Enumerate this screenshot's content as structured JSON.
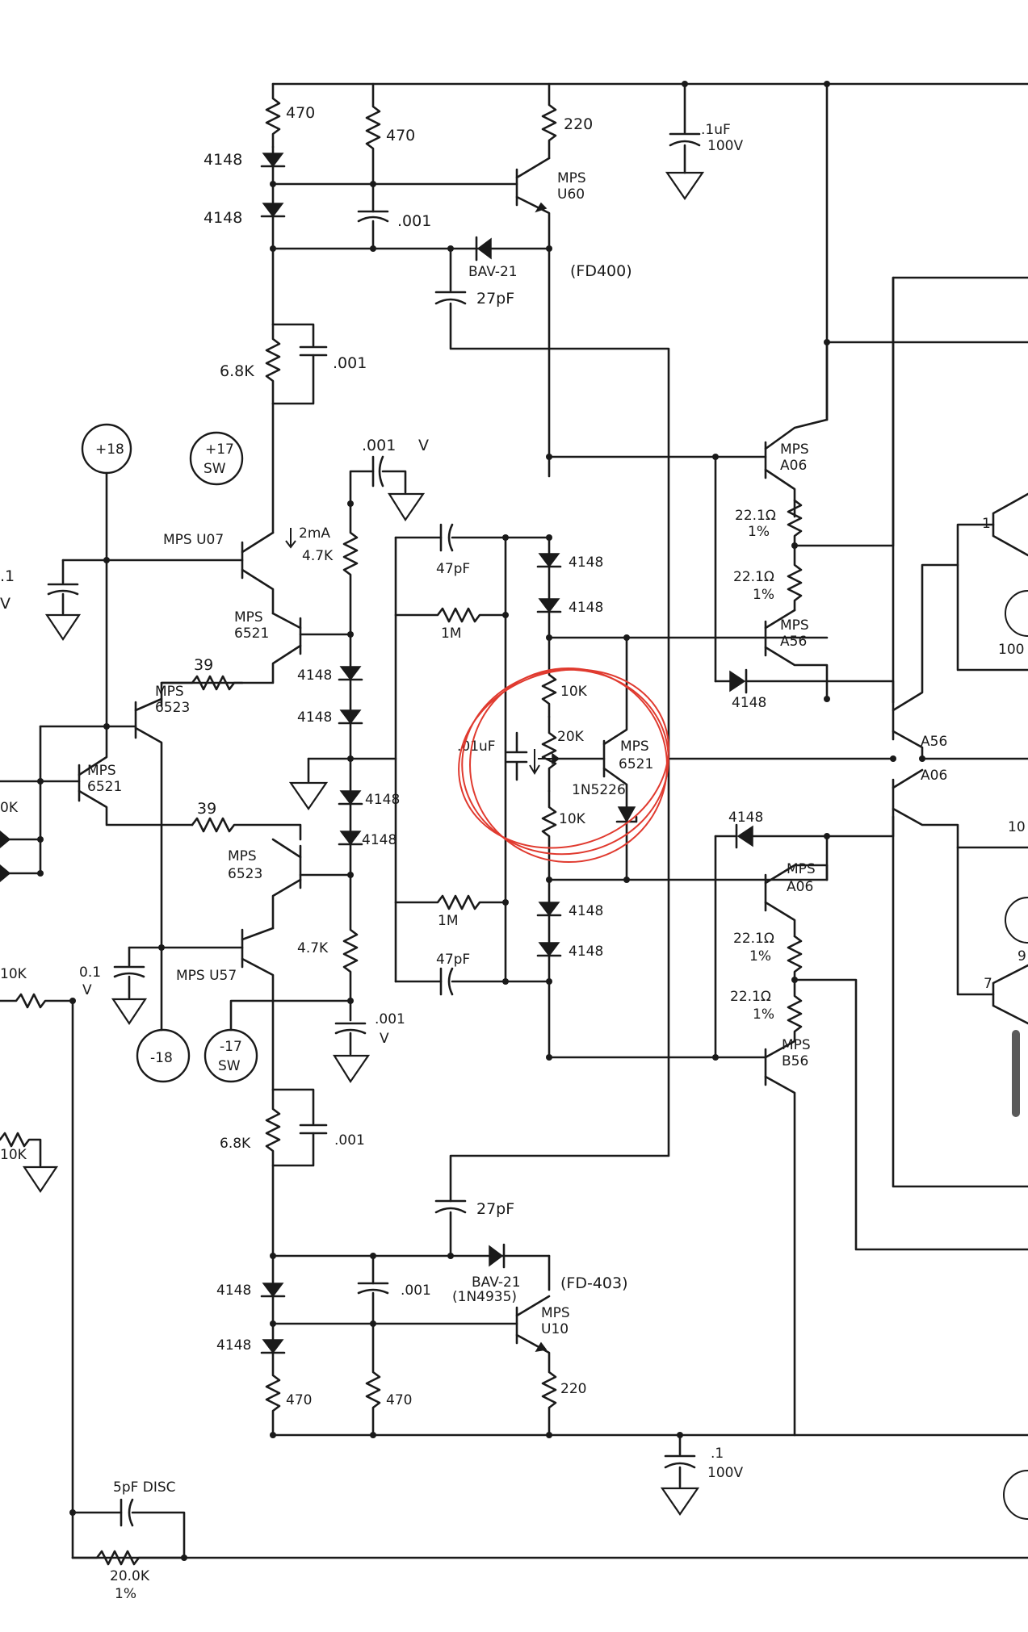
{
  "labels": {
    "r_470_a": "470",
    "r_470_b": "470",
    "r_220_top": "220",
    "cap_top_1": ".1uF",
    "cap_top_2": "100V",
    "d_4148_a": "4148",
    "d_4148_b": "4148",
    "q_u60_1": "MPS",
    "q_u60_2": "U60",
    "c_001_a": ".001",
    "bav21_top": "BAV-21",
    "fd400": "(FD400)",
    "c_27pf_top": "27pF",
    "r_68k_top": "6.8K",
    "c_001_b": ".001",
    "src_18": "+18",
    "src_17sw_1": "+17",
    "src_17sw_2": "SW",
    "c_001_v": ".001",
    "v_label": "V",
    "q_u07": "MPS U07",
    "bias_2ma": "2mA",
    "r_47k_top": "4.7K",
    "c_47pf_top": "47pF",
    "r_1m_top": "1M",
    "q_6521_a1": "MPS",
    "q_6521_a2": "6521",
    "r_39_top": "39",
    "q_6523_a1": "MPS",
    "q_6523_a2": "6523",
    "q_6521_b1": "MPS",
    "q_6521_b2": "6521",
    "c_left_1": ".1",
    "c_left_2": "V",
    "d_4148_c": "4148",
    "d_4148_d": "4148",
    "d_4148_e": "4148",
    "d_4148_f": "4148",
    "d_4148_g": "4148",
    "d_4148_h": "4148",
    "c_01f": ".01uF",
    "r_10k_a": "10K",
    "pot_20k": "20K",
    "q_6521_c1": "MPS",
    "q_6521_c2": "6521",
    "zener": "1N5226",
    "r_10k_b": "10K",
    "r_39_bot": "39",
    "q_6523_b1": "MPS",
    "q_6523_b2": "6523",
    "r_1m_bot": "1M",
    "d_4148_i": "4148",
    "d_4148_j": "4148",
    "c_47pf_bot": "47pF",
    "q_u57": "MPS U57",
    "r_47k_bot": "4.7K",
    "r_10k_left": "10K",
    "c_01v_1": "0.1",
    "c_01v_2": "V",
    "src_m18": "-18",
    "src_m17sw_1": "-17",
    "src_m17sw_2": "SW",
    "c_001_v2": ".001",
    "v_label2": "V",
    "r_68k_bot": "6.8K",
    "c_001_c": ".001",
    "r_10k_gnd": "10K",
    "c_27pf_bot": "27pF",
    "d_4148_k": "4148",
    "d_4148_l": "4148",
    "c_001_d": ".001",
    "bav21_bot": "BAV-21",
    "in4935": "(1N4935)",
    "fd403": "(FD-403)",
    "q_u10_1": "MPS",
    "q_u10_2": "U10",
    "r_470_c": "470",
    "r_470_d": "470",
    "r_220_bot": "220",
    "cap_bot_1": ".1",
    "cap_bot_2": "100V",
    "c_5pf": "5pF DISC",
    "r_20k": "20.0K",
    "r_20k_tol": "1%",
    "q_a06_1": "MPS",
    "q_a06_2": "A06",
    "r_221_a": "22.1Ω",
    "r_221_a_tol": "1%",
    "r_221_b": "22.1Ω",
    "r_221_b_tol": "1%",
    "q_a56_1": "MPS",
    "q_a56_2": "A56",
    "d_4148_m": "4148",
    "q_out_a56": "A56",
    "q_out_a06": "A06",
    "d_4148_n": "4148",
    "q_a06b_1": "MPS",
    "q_a06b_2": "A06",
    "r_221_c": "22.1Ω",
    "r_221_c_tol": "1%",
    "r_221_d": "22.1Ω",
    "r_221_d_tol": "1%",
    "q_b56_1": "MPS",
    "q_b56_2": "B56",
    "edge_1": "1",
    "edge_100": "100",
    "edge_7": "7",
    "edge_10": "10",
    "edge_9": "9",
    "edge_left_1": ".1",
    "edge_left_v": "V",
    "edge_left_0k": ".0K",
    "edge_left_0k2": "0K"
  }
}
